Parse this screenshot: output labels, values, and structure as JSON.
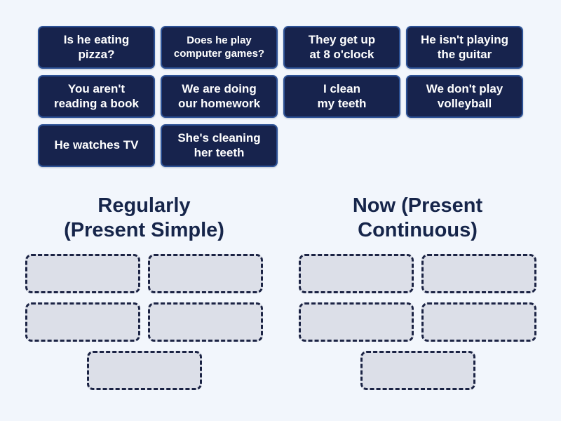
{
  "activity": {
    "type": "group-sort",
    "colors": {
      "background": "#f2f6fc",
      "card_background": "#17234d",
      "card_border": "#2d5296",
      "card_text": "#ffffff",
      "slot_background": "#dcdfe8",
      "slot_border": "#1b2344",
      "heading_text": "#16254a"
    },
    "cards": [
      {
        "label": "Is he eating\npizza?"
      },
      {
        "label": "Does he play\ncomputer games?"
      },
      {
        "label": "They get up\nat 8 o'clock"
      },
      {
        "label": "He isn't playing\nthe guitar"
      },
      {
        "label": "You aren't\nreading a book"
      },
      {
        "label": "We are doing\nour homework"
      },
      {
        "label": "I clean\nmy teeth"
      },
      {
        "label": "We don't play\nvolleyball"
      },
      {
        "label": "He watches TV"
      },
      {
        "label": "She's cleaning\nher teeth"
      }
    ],
    "groups": [
      {
        "title": "Regularly\n(Present Simple)",
        "slot_count": 5
      },
      {
        "title": "Now (Present\nContinuous)",
        "slot_count": 5
      }
    ]
  }
}
